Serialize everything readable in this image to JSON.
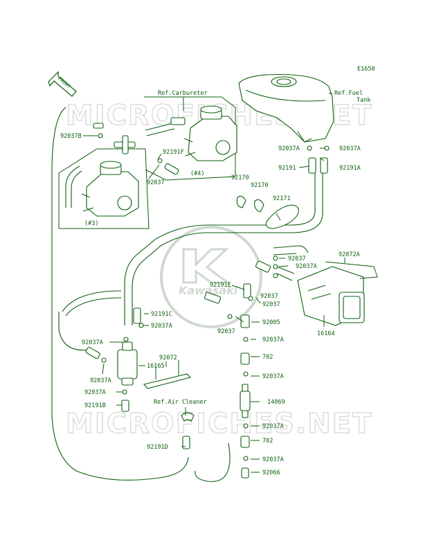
{
  "diagram_code": "E1650",
  "front_label": "FRONT",
  "watermark": "MICROFICHES.NET",
  "logo_text": "Kawasaki",
  "colors": {
    "line": "#0b5e0b",
    "watermark": "#dcdcdc",
    "background": "#ffffff"
  },
  "labels": {
    "ref_carbureter": "Ref.Carbureter",
    "ref_fuel": "Ref.Fuel",
    "tank": "Tank",
    "ref_air_cleaner": "Ref.Air Cleaner",
    "carb3": "(#3)",
    "carb4": "(#4)"
  },
  "parts": [
    {
      "id": "p1",
      "text": "92037B"
    },
    {
      "id": "p2",
      "text": "92191F"
    },
    {
      "id": "p3",
      "text": "92037"
    },
    {
      "id": "p4",
      "text": "92037A"
    },
    {
      "id": "p5",
      "text": "92037A"
    },
    {
      "id": "p6",
      "text": "92191"
    },
    {
      "id": "p7",
      "text": "92191A"
    },
    {
      "id": "p8",
      "text": "92170"
    },
    {
      "id": "p9",
      "text": "92170"
    },
    {
      "id": "p10",
      "text": "92171"
    },
    {
      "id": "p11",
      "text": "92037"
    },
    {
      "id": "p12",
      "text": "92037A"
    },
    {
      "id": "p13",
      "text": "92072A"
    },
    {
      "id": "p14",
      "text": "92191E"
    },
    {
      "id": "p15",
      "text": "92037"
    },
    {
      "id": "p16",
      "text": "92037"
    },
    {
      "id": "p17",
      "text": "92191C"
    },
    {
      "id": "p18",
      "text": "92037A"
    },
    {
      "id": "p19",
      "text": "92005"
    },
    {
      "id": "p20",
      "text": "92037"
    },
    {
      "id": "p21",
      "text": "92037A"
    },
    {
      "id": "p22",
      "text": "16164"
    },
    {
      "id": "p23",
      "text": "92037A"
    },
    {
      "id": "p24",
      "text": "702"
    },
    {
      "id": "p25",
      "text": "92037A"
    },
    {
      "id": "p26",
      "text": "92072"
    },
    {
      "id": "p27",
      "text": "16165"
    },
    {
      "id": "p28",
      "text": "92037A"
    },
    {
      "id": "p29",
      "text": "92037A"
    },
    {
      "id": "p30",
      "text": "92191B"
    },
    {
      "id": "p31",
      "text": "14069"
    },
    {
      "id": "p32",
      "text": "92037A"
    },
    {
      "id": "p33",
      "text": "702"
    },
    {
      "id": "p34",
      "text": "92191D"
    },
    {
      "id": "p35",
      "text": "92037A"
    },
    {
      "id": "p36",
      "text": "92066"
    }
  ]
}
